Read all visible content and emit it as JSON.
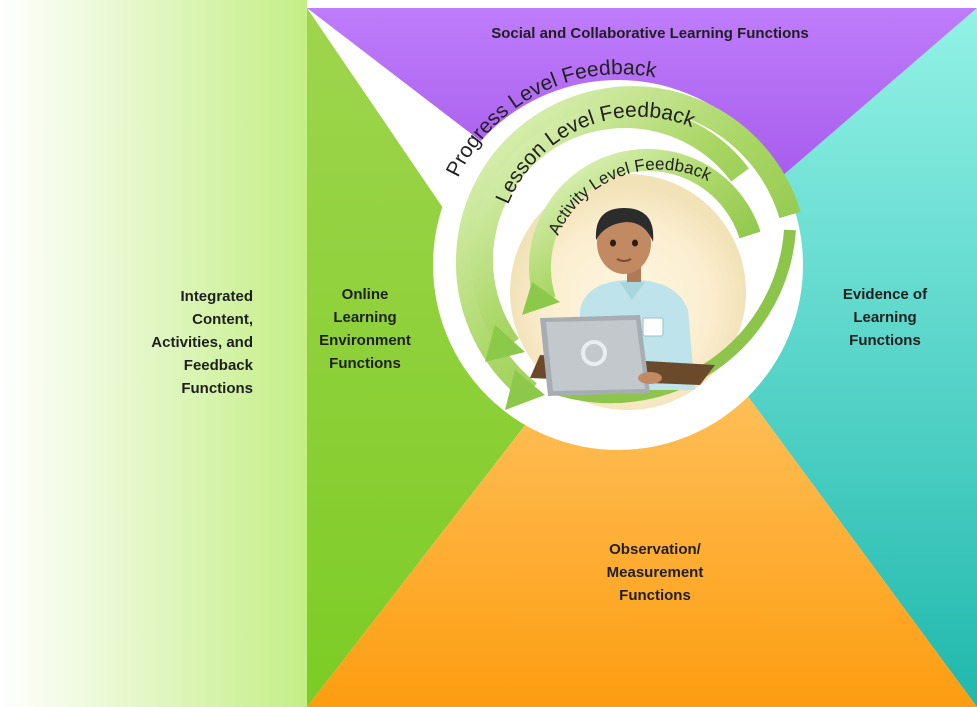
{
  "regions": {
    "integrated": [
      "Integrated",
      "Content,",
      "Activities, and",
      "Feedback",
      "Functions"
    ],
    "online": [
      "Online",
      "Learning",
      "Environment",
      "Functions"
    ],
    "social": "Social and Collaborative Learning Functions",
    "evidence": [
      "Evidence of",
      "Learning",
      "Functions"
    ],
    "observation": [
      "Observation/",
      "Measurement",
      "Functions"
    ]
  },
  "feedback_loops": {
    "progress": "Progress Level Feedback",
    "lesson": "Lesson Level Feedback",
    "activity": "Activity Level Feedback"
  },
  "colors": {
    "integrated": "#c8f08a",
    "online": "#88cc3a",
    "social": "#b66ef0",
    "evidence": "#2ebfb3",
    "observation": "#fba62a",
    "arrow": "#9ccf5a",
    "arrow_light": "#d8f0b0"
  },
  "icons": [
    "student-with-laptop-icon"
  ]
}
